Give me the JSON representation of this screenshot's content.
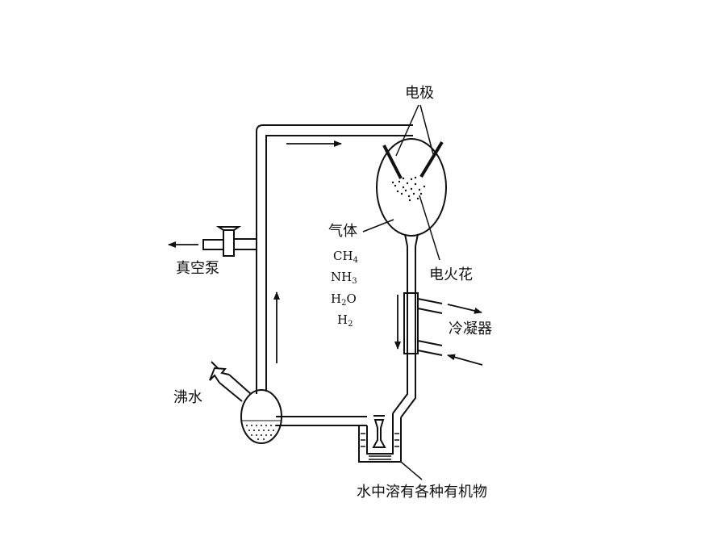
{
  "labels": {
    "electrode": "电极",
    "spark": "电火花",
    "gas": "气体",
    "vacuum_pump": "真空泵",
    "condenser": "冷凝器",
    "boiling_water": "沸水",
    "organics": "水中溶有各种有机物"
  },
  "gases": [
    {
      "base": "CH",
      "sub": "4",
      "rest": ""
    },
    {
      "base": "NH",
      "sub": "3",
      "rest": ""
    },
    {
      "base": "H",
      "sub": "2",
      "rest": "O"
    },
    {
      "base": "H",
      "sub": "2",
      "rest": ""
    }
  ]
}
